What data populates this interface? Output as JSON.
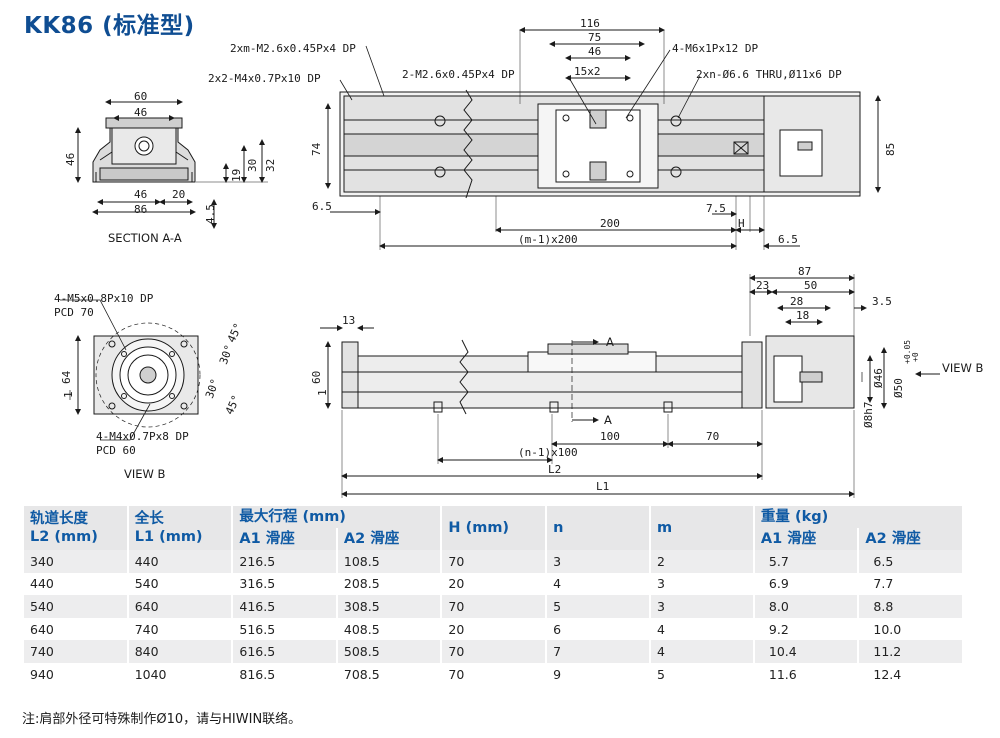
{
  "title": "KK86 (标准型)",
  "drawing_labels": {
    "section_aa_title": "SECTION A-A",
    "view_b_title": "VIEW B",
    "view_b_arrow": "VIEW B",
    "callout_xm": "2xm-M2.6x0.45Px4 DP",
    "callout_2x2": "2x2-M4x0.7Px10 DP",
    "callout_2m": "2-M2.6x0.45Px4 DP",
    "callout_4m6": "4-M6x1Px12 DP",
    "callout_xn": "2xn-Ø6.6 THRU,Ø11x6 DP",
    "callout_m5": "4-M5x0.8Px10 DP",
    "callout_pcd70": "PCD 70",
    "callout_m4": "4-M4x0.7Px8 DP",
    "callout_pcd60": "PCD 60",
    "sec_60": "60",
    "sec_46_top": "46",
    "sec_46_left": "46",
    "sec_19": "19",
    "sec_30": "30",
    "sec_32": "32",
    "sec_46_bot": "46",
    "sec_20": "20",
    "sec_86": "86",
    "sec_45": "4.5",
    "top_116": "116",
    "top_75": "75",
    "top_46": "46",
    "top_15x2": "15x2",
    "top_74": "74",
    "top_85": "85",
    "top_65a": "6.5",
    "top_200": "200",
    "top_75b": "7.5",
    "top_h": "H",
    "top_65b": "6.5",
    "top_m1": "(m-1)x200",
    "vb_64": "64",
    "vb_1": "1",
    "vb_45a": "45°",
    "vb_30a": "30°",
    "vb_30b": "30°",
    "vb_45b": "45°",
    "side_13": "13",
    "side_60": "60",
    "side_1": "1",
    "side_a1": "A",
    "side_a2": "A",
    "side_100": "100",
    "side_70": "70",
    "side_n1": "(n-1)x100",
    "side_l2": "L2",
    "side_l1": "L1",
    "side_87": "87",
    "side_23": "23",
    "side_50": "50",
    "side_28": "28",
    "side_18": "18",
    "side_35": "3.5",
    "side_d46": "Ø46",
    "side_d50": "Ø50",
    "side_tol_up": "+0.05",
    "side_tol_dn": "+0",
    "side_d8": "Ø8h7"
  },
  "table": {
    "headers": {
      "l2": "轨道长度",
      "l2_unit": "L2 (mm)",
      "l1": "全长",
      "l1_unit": "L1 (mm)",
      "stroke": "最大行程 (mm)",
      "stroke_a1": "A1 滑座",
      "stroke_a2": "A2 滑座",
      "h": "H (mm)",
      "n": "n",
      "m": "m",
      "weight": "重量 (kg)",
      "weight_a1": "A1 滑座",
      "weight_a2": "A2 滑座"
    },
    "rows": [
      {
        "l2": "340",
        "l1": "440",
        "s1": "216.5",
        "s2": "108.5",
        "h": "70",
        "n": "3",
        "m": "2",
        "w1": "5.7",
        "w2": "6.5"
      },
      {
        "l2": "440",
        "l1": "540",
        "s1": "316.5",
        "s2": "208.5",
        "h": "20",
        "n": "4",
        "m": "3",
        "w1": "6.9",
        "w2": "7.7"
      },
      {
        "l2": "540",
        "l1": "640",
        "s1": "416.5",
        "s2": "308.5",
        "h": "70",
        "n": "5",
        "m": "3",
        "w1": "8.0",
        "w2": "8.8"
      },
      {
        "l2": "640",
        "l1": "740",
        "s1": "516.5",
        "s2": "408.5",
        "h": "20",
        "n": "6",
        "m": "4",
        "w1": "9.2",
        "w2": "10.0"
      },
      {
        "l2": "740",
        "l1": "840",
        "s1": "616.5",
        "s2": "508.5",
        "h": "70",
        "n": "7",
        "m": "4",
        "w1": "10.4",
        "w2": "11.2"
      },
      {
        "l2": "940",
        "l1": "1040",
        "s1": "816.5",
        "s2": "708.5",
        "h": "70",
        "n": "9",
        "m": "5",
        "w1": "11.6",
        "w2": "12.4"
      }
    ]
  },
  "footnote": "注:肩部外径可特殊制作Ø10，请与HIWIN联络。",
  "colors": {
    "title": "#0f4d92",
    "header_text": "#0f5aa4",
    "header_bg": "#e7e7e8",
    "stripe": "#ededee"
  }
}
